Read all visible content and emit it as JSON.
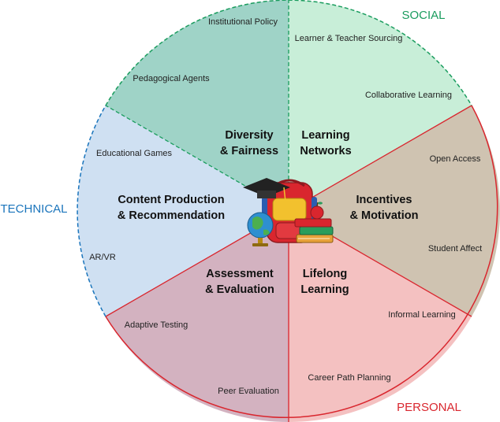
{
  "colors": {
    "social": "#1a9c5e",
    "technical": "#1b75bc",
    "personal": "#d9262e",
    "sector_diversity": "#9fd3c7",
    "sector_networks": "#c8eed8",
    "sector_incentives": "#cfc3b1",
    "sector_lifelong": "#f4c1c1",
    "sector_assessment": "#d3b2c0",
    "sector_content": "#cfe0f2"
  },
  "categories": {
    "social": "SOCIAL",
    "technical": "TECHNICAL",
    "personal": "PERSONAL"
  },
  "sectors": {
    "diversity": {
      "title_line1": "Diversity",
      "title_line2": "& Fairness",
      "items": [
        "Institutional Policy",
        "Pedagogical Agents"
      ]
    },
    "networks": {
      "title_line1": "Learning",
      "title_line2": "Networks",
      "items": [
        "Learner & Teacher Sourcing",
        "Collaborative Learning"
      ]
    },
    "incentives": {
      "title_line1": "Incentives",
      "title_line2": "& Motivation",
      "items": [
        "Open Access",
        "Student Affect"
      ]
    },
    "lifelong": {
      "title_line1": "Lifelong",
      "title_line2": "Learning",
      "items": [
        "Informal Learning",
        "Career Path Planning"
      ]
    },
    "assessment": {
      "title_line1": "Assessment",
      "title_line2": "& Evaluation",
      "items": [
        "Adaptive Testing",
        "Peer Evaluation"
      ]
    },
    "content": {
      "title_line1": "Content Production",
      "title_line2": "& Recommendation",
      "items": [
        "Educational Games",
        "AR/VR"
      ]
    }
  },
  "center_icon": "backpack-books-graduation-cap-globe-apple-icon"
}
